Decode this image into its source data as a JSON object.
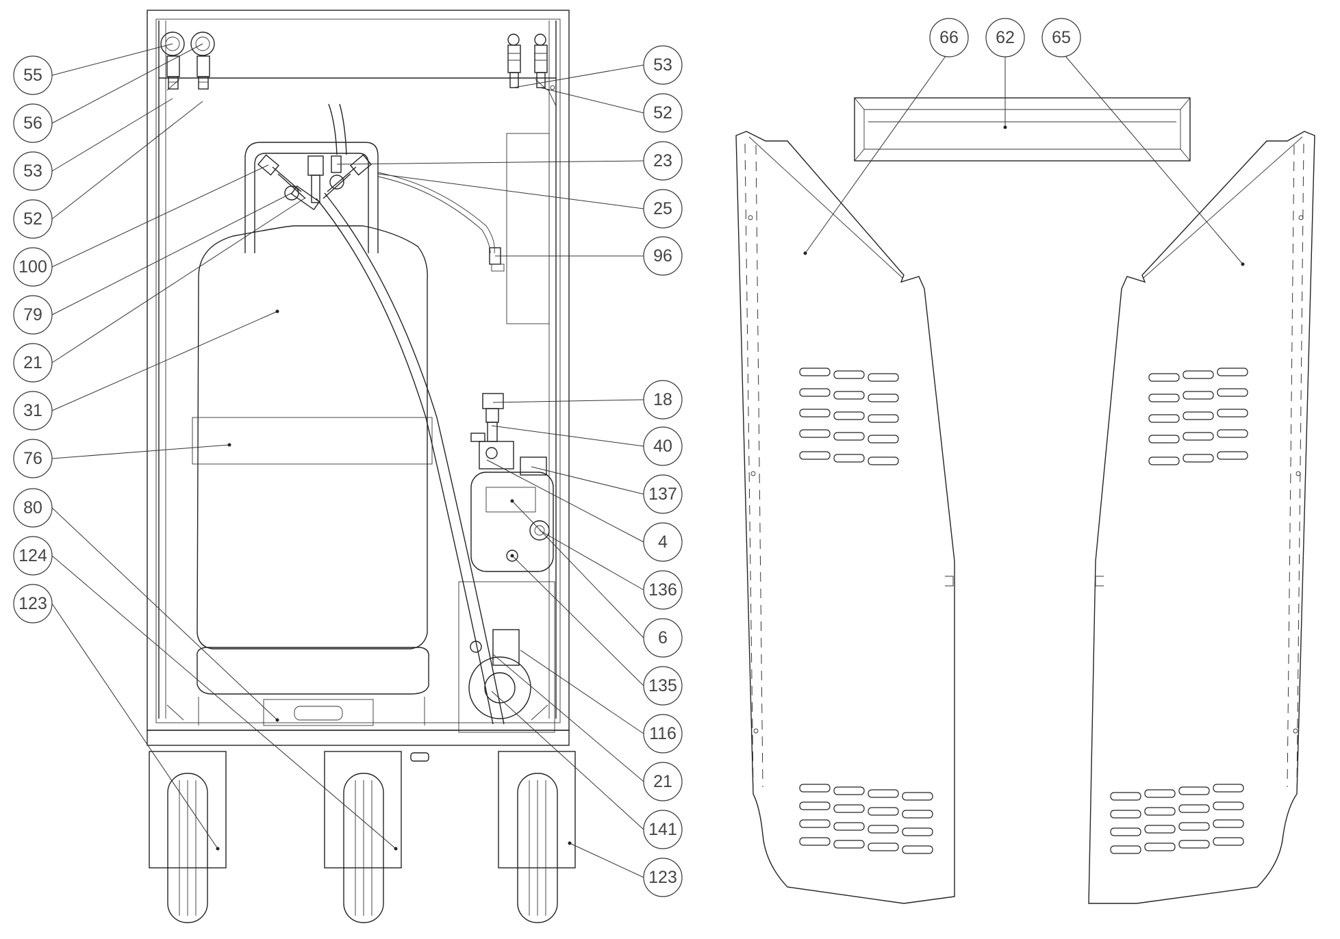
{
  "callouts": {
    "c55": "55",
    "c56": "56",
    "c53l": "53",
    "c52l": "52",
    "c100": "100",
    "c79": "79",
    "c21l": "21",
    "c31": "31",
    "c76": "76",
    "c80": "80",
    "c124": "124",
    "c123l": "123",
    "c53r": "53",
    "c52r": "52",
    "c23": "23",
    "c25": "25",
    "c96": "96",
    "c18": "18",
    "c40": "40",
    "c137": "137",
    "c4": "4",
    "c136": "136",
    "c6": "6",
    "c135": "135",
    "c116": "116",
    "c21r": "21",
    "c141": "141",
    "c123r": "123",
    "c66": "66",
    "c62": "62",
    "c65": "65"
  }
}
